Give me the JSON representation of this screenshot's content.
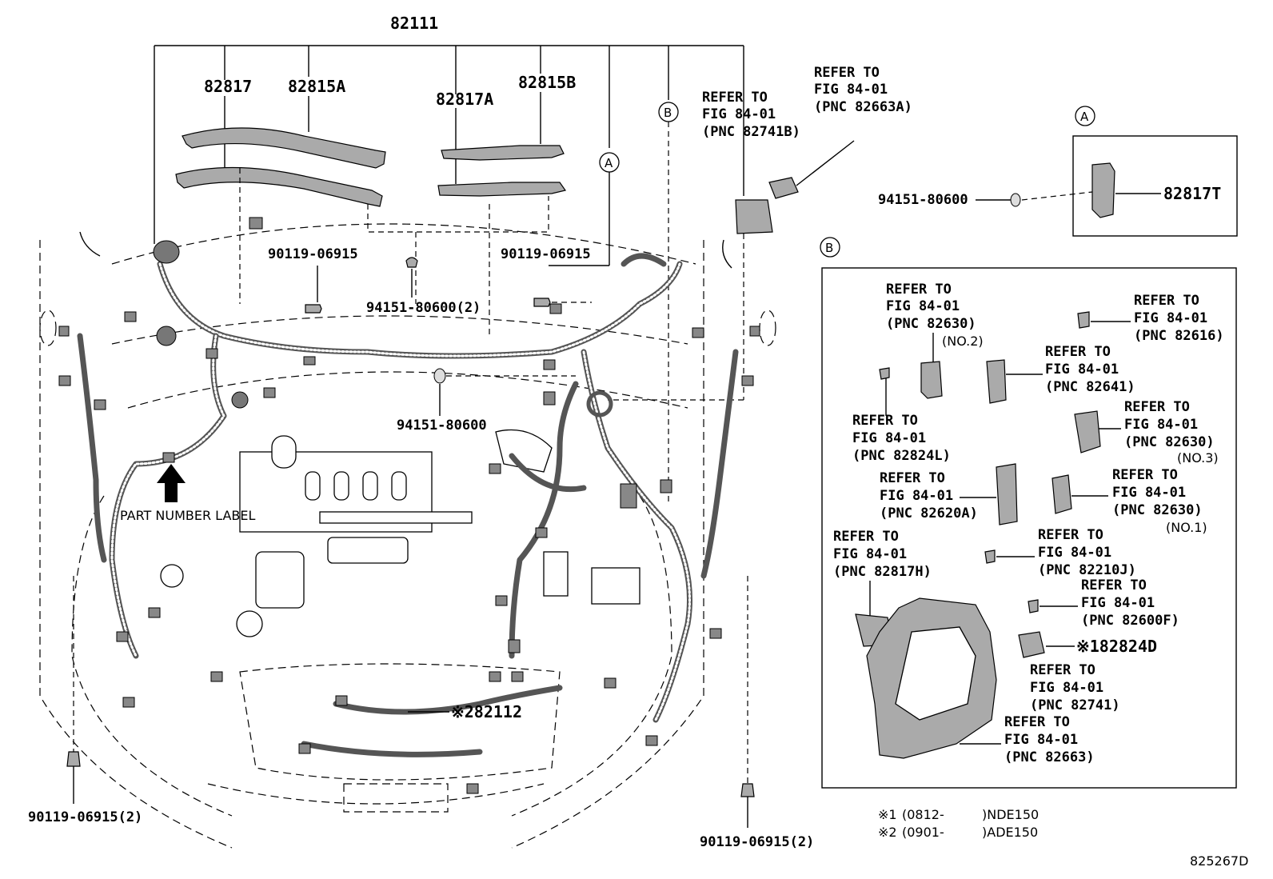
{
  "diagram": {
    "main_part": "82111",
    "callouts": {
      "p82817": "82817",
      "p82815A": "82815A",
      "p82817A": "82817A",
      "p82815B": "82815B",
      "p90119_a": "90119-06915",
      "p90119_b": "90119-06915",
      "p94151_a": "94151-80600(2)",
      "p94151_b": "94151-80600",
      "p94151_c": "94151-80600",
      "p82817T": "82817T",
      "p90119_left": "90119-06915(2)",
      "p90119_right": "90119-06915(2)",
      "p82112": "※282112",
      "p82824D": "※182824D",
      "part_number_label": "PART NUMBER LABEL"
    },
    "view_markers": {
      "a": "A",
      "b": "B"
    },
    "refer_top_1": [
      "REFER TO",
      "FIG 84-01",
      "(PNC 82741B)"
    ],
    "refer_top_2": [
      "REFER TO",
      "FIG 84-01",
      "(PNC 82663A)"
    ],
    "panel_b_refs": [
      [
        "REFER TO",
        "FIG 84-01",
        "(PNC 82630)"
      ],
      [
        "REFER TO",
        "FIG 84-01",
        "(PNC 82616)"
      ],
      [
        "REFER TO",
        "FIG 84-01",
        "(PNC 82641)"
      ],
      [
        "REFER TO",
        "FIG 84-01",
        "(PNC 82824L)"
      ],
      [
        "REFER TO",
        "FIG 84-01",
        "(PNC 82630)"
      ],
      [
        "REFER TO",
        "FIG 84-01",
        "(PNC 82620A)"
      ],
      [
        "REFER TO",
        "FIG 84-01",
        "(PNC 82630)"
      ],
      [
        "REFER TO",
        "FIG 84-01",
        "(PNC 82817H)"
      ],
      [
        "REFER TO",
        "FIG 84-01",
        "(PNC 82210J)"
      ],
      [
        "REFER TO",
        "FIG 84-01",
        "(PNC 82600F)"
      ],
      [
        "REFER TO",
        "FIG 84-01",
        "(PNC 82741)"
      ],
      [
        "REFER TO",
        "FIG 84-01",
        "(PNC 82663)"
      ]
    ],
    "panel_b_notes": {
      "no2": "(NO.2)",
      "no3": "(NO.3)",
      "no1": "(NO.1)"
    },
    "footnotes": [
      {
        "mark": "※1",
        "range": "(0812-",
        "model": ")NDE150"
      },
      {
        "mark": "※2",
        "range": "(0901-",
        "model": ")ADE150"
      }
    ],
    "figure_id": "825267D"
  }
}
